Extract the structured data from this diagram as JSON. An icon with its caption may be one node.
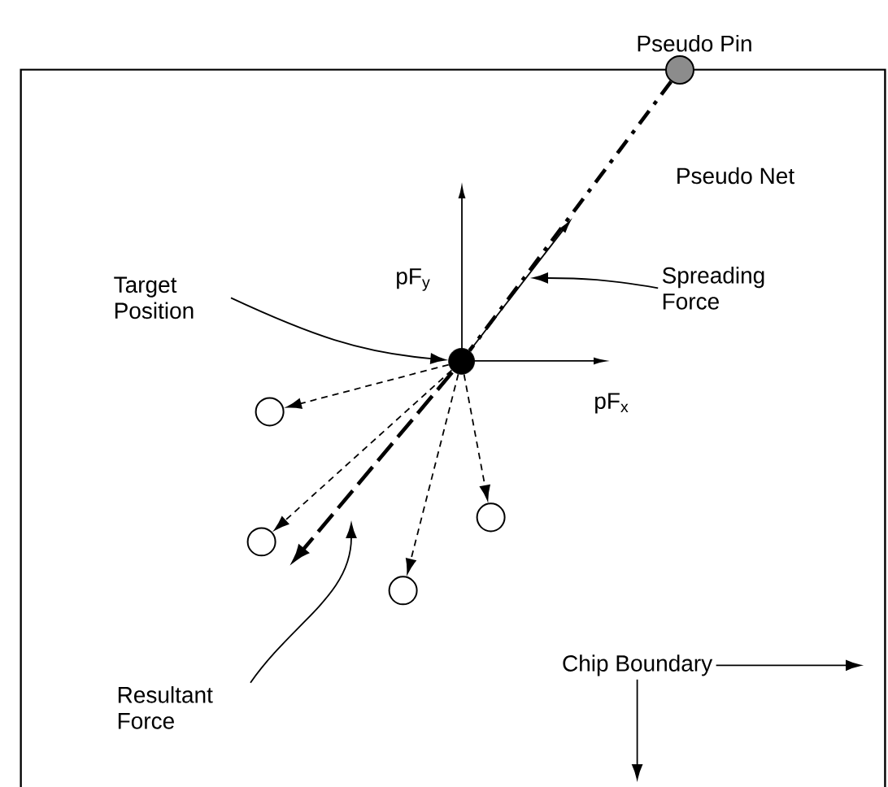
{
  "diagram": {
    "nodes": [
      {
        "text": [],
        "shape": "box"
      },
      {
        "text": [
          "Pseudo Pin"
        ]
      },
      {
        "text": [
          "Target Position"
        ],
        "in": 0
      },
      {
        "text": [
          "Spreading Force"
        ],
        "in": 0
      },
      {
        "text": [],
        "shape": "circle",
        "in": 0
      },
      {
        "text": [],
        "shape": "circle",
        "in": 0
      },
      {
        "text": [],
        "shape": "circle",
        "in": 0
      },
      {
        "text": [],
        "shape": "circle",
        "in": 0
      },
      {
        "text": [],
        "shape": "circle",
        "in": 0
      },
      {
        "text": [
          "Resultant Force"
        ],
        "in": 0
      },
      {
        "text": [
          "Chip Boundary"
        ],
        "in": 0
      }
    ],
    "edges": [
      {
        "from": 1,
        "to": 4,
        "arrow": "none",
        "style": "dashed",
        "label": "Pseudo Net"
      },
      {
        "from": 2,
        "to": 4,
        "arrow": "to"
      },
      {
        "from": 3,
        "to": null,
        "arrow": "to"
      },
      {
        "from": 4,
        "to": 5,
        "arrow": "to",
        "style": "dashed"
      },
      {
        "from": 4,
        "to": 6,
        "arrow": "to",
        "style": "dashed"
      },
      {
        "from": 4,
        "to": 7,
        "arrow": "to",
        "style": "dashed"
      },
      {
        "from": 4,
        "to": 8,
        "arrow": "to",
        "style": "dashed"
      },
      {
        "from": 9,
        "to": null,
        "arrow": "to"
      },
      {
        "from": 10,
        "to": null,
        "arrow": "to"
      },
      {
        "from": 10,
        "to": null,
        "arrow": "to"
      }
    ],
    "labels": [
      "pF$_{y}$",
      "pF$_{x}$"
    ]
  }
}
